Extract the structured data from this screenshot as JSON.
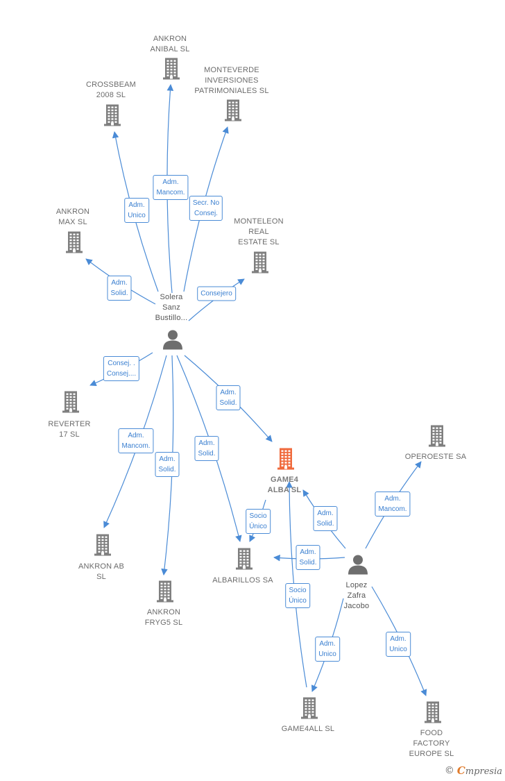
{
  "colors": {
    "edge": "#4a8bd6",
    "company_icon": "#7f7f7f",
    "focus_icon": "#f06a3c",
    "person_icon": "#6e6e6e",
    "label_text": "#6b6b6b"
  },
  "nodes": {
    "ankron_anibal": {
      "label": "ANKRON\nANIBAL SL",
      "icon": "building-icon"
    },
    "crossbeam": {
      "label": "CROSSBEAM\n2008 SL",
      "icon": "building-icon"
    },
    "monteverde": {
      "label": "MONTEVERDE\nINVERSIONES\nPATRIMONIALES SL",
      "icon": "building-icon"
    },
    "ankron_max": {
      "label": "ANKRON\nMAX SL",
      "icon": "building-icon"
    },
    "monteleon": {
      "label": "MONTELEON\nREAL\nESTATE SL",
      "icon": "building-icon"
    },
    "solera": {
      "label": "Solera\nSanz\nBustillo...",
      "icon": "person-icon"
    },
    "reverter": {
      "label": "REVERTER\n17 SL",
      "icon": "building-icon"
    },
    "game4alba": {
      "label": "GAME4\nALBA SL",
      "icon": "building-icon"
    },
    "operoeste": {
      "label": "OPEROESTE SA",
      "icon": "building-icon"
    },
    "ankron_ab": {
      "label": "ANKRON AB\nSL",
      "icon": "building-icon"
    },
    "albarillos": {
      "label": "ALBARILLOS SA",
      "icon": "building-icon"
    },
    "lopez": {
      "label": "Lopez\nZafra\nJacobo",
      "icon": "person-icon"
    },
    "ankron_fryg5": {
      "label": "ANKRON\nFRYG5 SL",
      "icon": "building-icon"
    },
    "game4all": {
      "label": "GAME4ALL SL",
      "icon": "building-icon"
    },
    "food_factory": {
      "label": "FOOD\nFACTORY\nEUROPE SL",
      "icon": "building-icon"
    }
  },
  "edges": {
    "e1": "Adm.\nMancom.",
    "e2": "Adm.\nUnico",
    "e3": "Secr. No\nConsej.",
    "e4": "Adm.\nSolid.",
    "e5": "Consejero",
    "e6": "Consej. .\nConsej....",
    "e7": "Adm.\nSolid.",
    "e8": "Adm.\nMancom.",
    "e9": "Adm.\nSolid.",
    "e10": "Adm.\nSolid.",
    "e11": "Socio\nÚnico",
    "e12": "Adm.\nSolid.",
    "e13": "Adm.\nSolid.",
    "e14": "Adm.\nMancom.",
    "e15": "Socio\nÚnico",
    "e16": "Adm.\nUnico",
    "e17": "Adm.\nUnico"
  },
  "brand": {
    "copyright": "©",
    "initial": "C",
    "name": "mpresia"
  }
}
